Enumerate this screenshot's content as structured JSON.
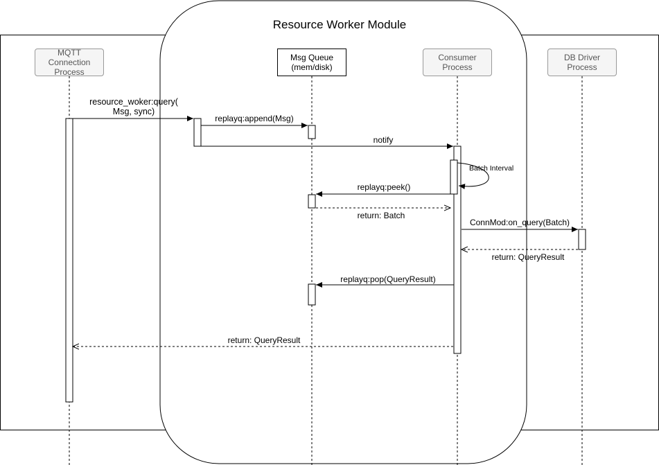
{
  "title": "Resource Worker Module",
  "participants": [
    {
      "id": "mqtt",
      "label": "MQTT\nConnection\nProcess"
    },
    {
      "id": "queue",
      "label": "Msg Queue\n(mem/disk)"
    },
    {
      "id": "consumer",
      "label": "Consumer\nProcess"
    },
    {
      "id": "db",
      "label": "DB Driver\nProcess"
    }
  ],
  "messages": [
    {
      "id": "query",
      "text": "resource_woker:query(\nMsg, sync)"
    },
    {
      "id": "append",
      "text": "replayq:append(Msg)"
    },
    {
      "id": "notify",
      "text": "notify"
    },
    {
      "id": "batch_interval",
      "text": "Batch Interval"
    },
    {
      "id": "peek",
      "text": "replayq:peek()"
    },
    {
      "id": "return_batch",
      "text": "return: Batch"
    },
    {
      "id": "on_query",
      "text": "ConnMod:on_query(Batch)"
    },
    {
      "id": "return_qr_db",
      "text": "return: QueryResult"
    },
    {
      "id": "pop",
      "text": "replayq:pop(QueryResult)"
    },
    {
      "id": "return_qr_final",
      "text": "return: QueryResult"
    }
  ]
}
